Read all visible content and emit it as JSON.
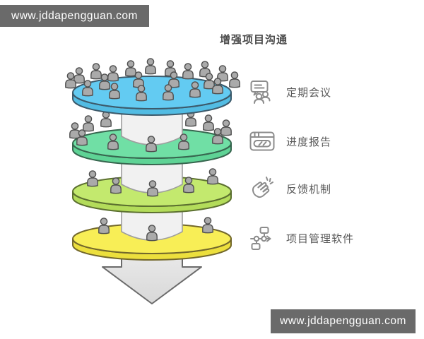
{
  "watermarks": {
    "top": {
      "text": "www.jddapengguan.com",
      "bg": "#6a6a6a",
      "color": "#ffffff"
    },
    "bottom": {
      "text": "www.jddapengguan.com",
      "bg": "#6a6a6a",
      "color": "#ffffff"
    }
  },
  "chart_data": {
    "type": "funnel",
    "title": "增强项目沟通",
    "direction": "top-down",
    "legend_position": "right",
    "layers": [
      {
        "rank": 1,
        "label": "定期会议",
        "icon": "meeting-chat-icon",
        "people_count": 21,
        "color": "#63cbf2",
        "rim_color": "#52bce3",
        "stroke": "#3c5a6b"
      },
      {
        "rank": 2,
        "label": "进度报告",
        "icon": "progress-report-icon",
        "people_count": 11,
        "color": "#70dfa5",
        "rim_color": "#5ed395",
        "stroke": "#37664f"
      },
      {
        "rank": 3,
        "label": "反馈机制",
        "icon": "clapping-hands-icon",
        "people_count": 5,
        "color": "#c3e96e",
        "rim_color": "#b3dc5a",
        "stroke": "#5c7030"
      },
      {
        "rank": 4,
        "label": "项目管理软件",
        "icon": "flowchart-icon",
        "people_count": 3,
        "color": "#f8ee56",
        "rim_color": "#ecdf3d",
        "stroke": "#73682c"
      }
    ],
    "arrow": {
      "fill_top": "#efefef",
      "fill_bottom": "#d8d8d8",
      "stroke": "#6b6b6b"
    },
    "column": {
      "fill": "#f1f1f1",
      "stroke": "#9e9e9e"
    },
    "person": {
      "fill": "#aaaaaa",
      "stroke": "#4f4f4f"
    }
  }
}
